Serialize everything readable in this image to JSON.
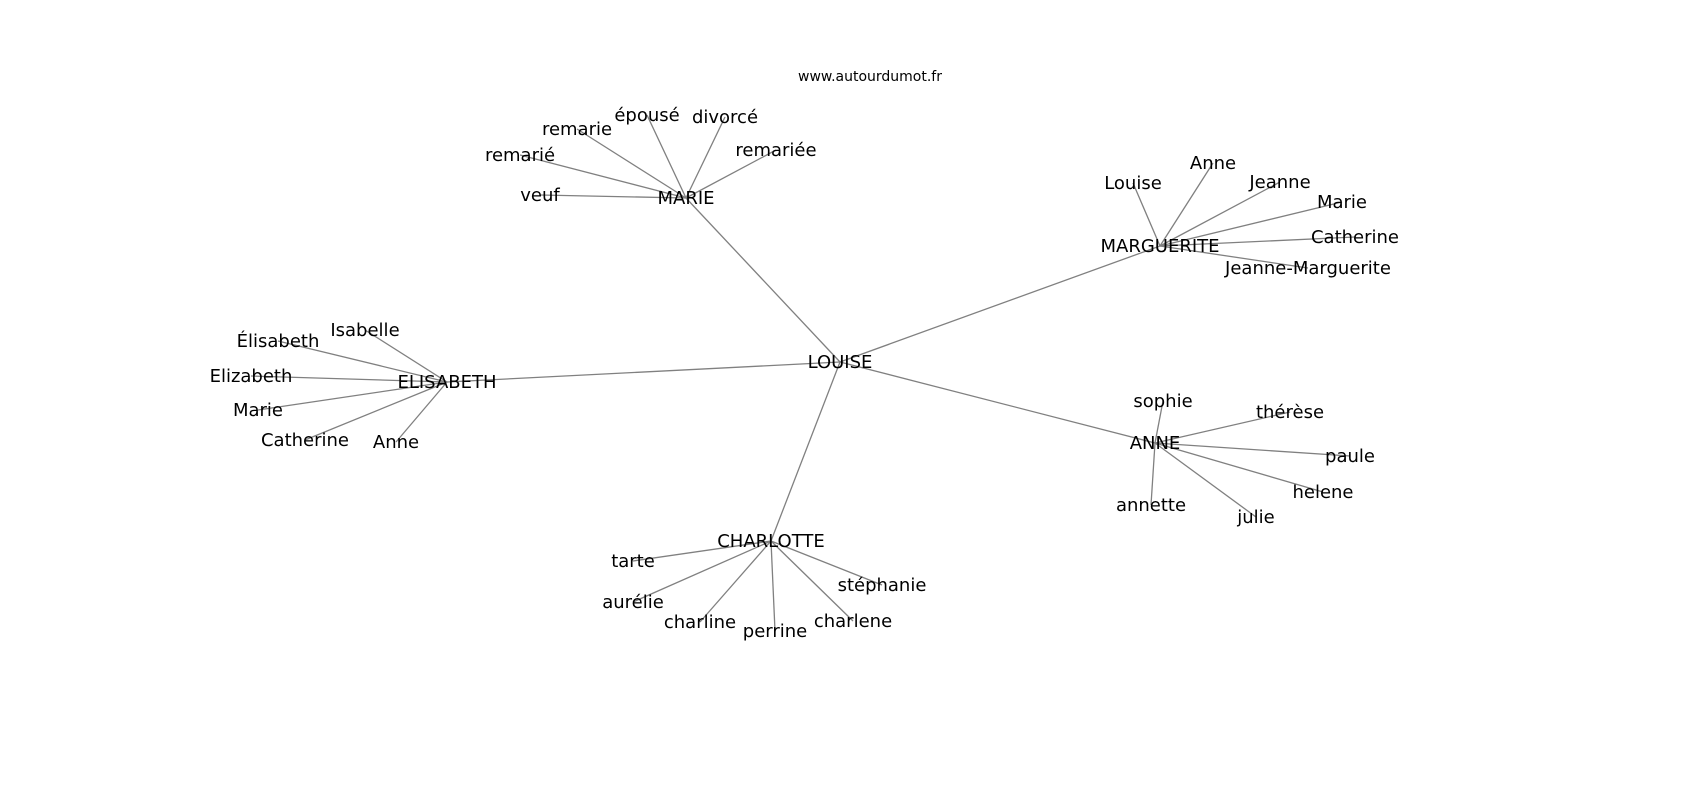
{
  "title": "www.autourdumot.fr",
  "graph": {
    "root": "LOUISE",
    "hubs": [
      {
        "name": "MARIE",
        "children": [
          "veuf",
          "remarié",
          "remarie",
          "épousé",
          "divorcé",
          "remariée"
        ]
      },
      {
        "name": "MARGUERITE",
        "children": [
          "Louise",
          "Anne",
          "Jeanne",
          "Marie",
          "Catherine",
          "Jeanne-Marguerite"
        ]
      },
      {
        "name": "ELISABETH",
        "children": [
          "Isabelle",
          "Élisabeth",
          "Elizabeth",
          "Marie",
          "Catherine",
          "Anne"
        ]
      },
      {
        "name": "ANNE",
        "children": [
          "sophie",
          "thérèse",
          "paule",
          "helene",
          "julie",
          "annette"
        ]
      },
      {
        "name": "CHARLOTTE",
        "children": [
          "tarte",
          "aurélie",
          "charline",
          "perrine",
          "charlene",
          "stéphanie"
        ]
      }
    ]
  },
  "colors": {
    "edge": "#808080",
    "text": "#000000"
  }
}
